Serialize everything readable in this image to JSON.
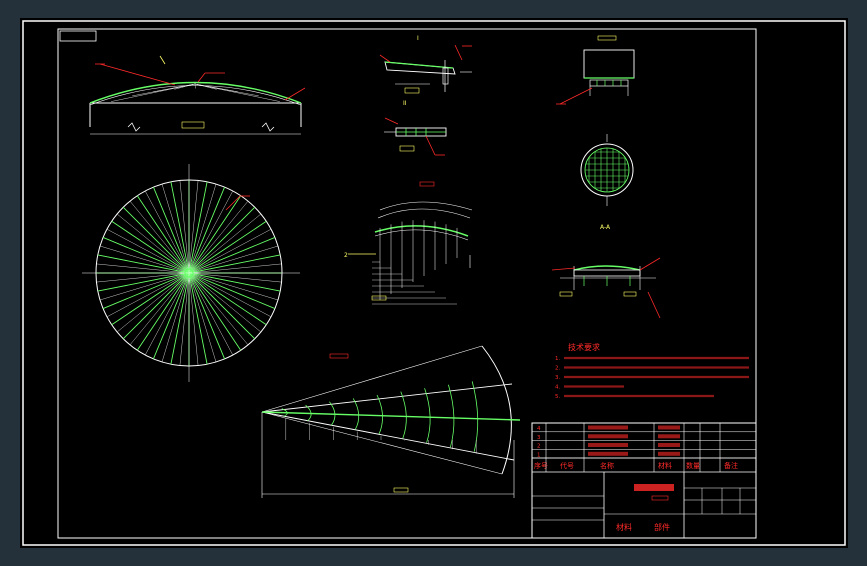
{
  "colors": {
    "app_bg": "#24303a",
    "paper": "#000000",
    "border": "#ffffff",
    "line": "#ffffff",
    "green": "#66ff66",
    "red": "#ff2a2a",
    "yellow": "#ffff66",
    "cyan": "#00e5ff"
  },
  "views": {
    "detail_1": "I",
    "detail_2": "II",
    "section": "A-A"
  },
  "tech_req": {
    "title": "技术要求",
    "lines": [
      "1.",
      "2.",
      "3.",
      "4.",
      "5."
    ]
  },
  "title_block": {
    "bom_header": [
      "序号",
      "代号",
      "名称",
      "材料",
      "数量",
      "备注"
    ],
    "bom_rows": [
      {
        "no": "4"
      },
      {
        "no": "3"
      },
      {
        "no": "2"
      },
      {
        "no": "1"
      }
    ],
    "labels": {
      "material": "材料",
      "part": "部件"
    }
  }
}
